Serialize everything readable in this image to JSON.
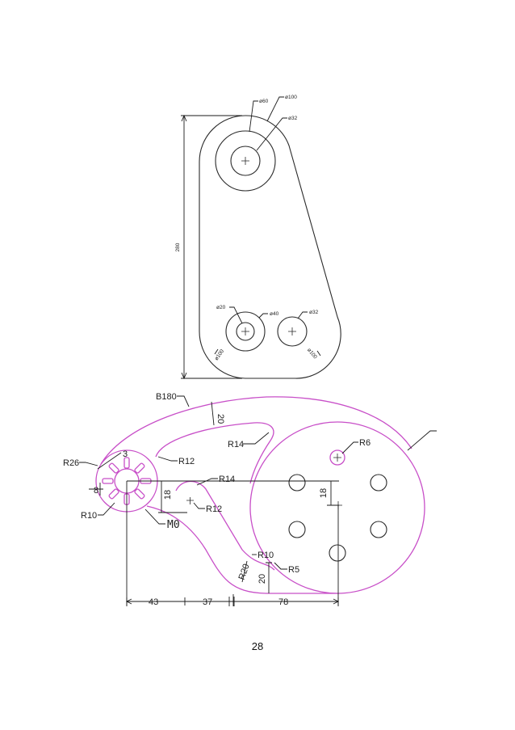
{
  "figure1": {
    "d60": "ø60",
    "d100_top": "ø100",
    "d32_top": "ø32",
    "len280": "280",
    "d20": "ø20",
    "d40": "ø40",
    "d32_bottom": "ø32",
    "d100_left": "ø100",
    "d100_right": "ø100"
  },
  "figure2": {
    "b180": "B180",
    "d20_top": "20",
    "r14_upper": "R14",
    "r6": "R6",
    "r26": "R26",
    "d3": "3",
    "r12_upper": "R12",
    "r14_inner": "R14",
    "d8": "8",
    "d18_left": "18",
    "r12_inner": "R12",
    "d18_right": "18",
    "r10_left": "R10",
    "m0": "M0",
    "r10_lower": "R10",
    "r20": "R20",
    "r5": "R5",
    "d20_vert": "20",
    "d43": "43",
    "d37": "37",
    "d78": "78"
  },
  "page_number": "28",
  "colors": {
    "line": "#2a2a2a",
    "magenta": "#c84fc8"
  }
}
